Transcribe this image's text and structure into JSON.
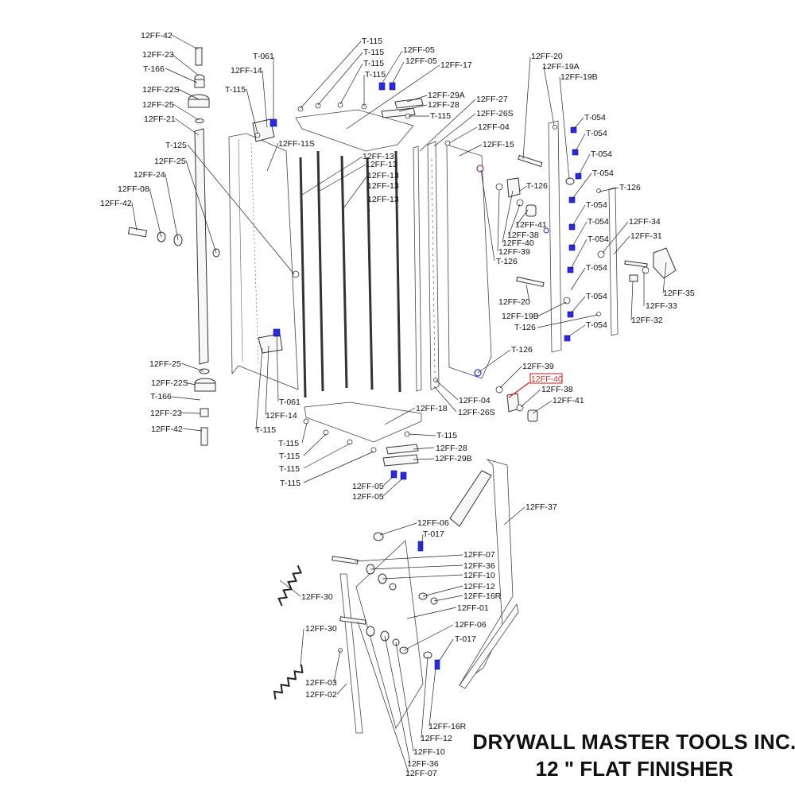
{
  "title": {
    "company": "DRYWALL MASTER TOOLS INC.",
    "product": "12 \" FLAT FINISHER"
  },
  "highlight_color": "#d11111",
  "accent_color": "#2a2ae6",
  "labels": [
    "12FF-42",
    "12FF-23",
    "T-166",
    "12FF-22S",
    "12FF-25",
    "12FF-21",
    "T-125",
    "12FF-25",
    "12FF-24",
    "12FF-08",
    "12FF-42",
    "T-061",
    "12FF-14",
    "T-115",
    "12FF-11S",
    "T-115",
    "T-115",
    "T-115",
    "T-115",
    "12FF-05",
    "12FF-05",
    "12FF-17",
    "12FF-29A",
    "12FF-28",
    "T-115",
    "12FF-13",
    "12FF-13",
    "12FF-13",
    "12FF-13",
    "12FF-13",
    "12FF-27",
    "12FF-26S",
    "12FF-04",
    "12FF-15",
    "12FF-20",
    "12FF-19A",
    "12FF-19B",
    "T-126",
    "12FF-41",
    "12FF-38",
    "12FF-40",
    "12FF-39",
    "T-126",
    "T-054",
    "T-054",
    "T-054",
    "T-054",
    "T-126",
    "T-054",
    "T-054",
    "T-054",
    "T-054",
    "T-054",
    "T-054",
    "12FF-34",
    "12FF-31",
    "12FF-35",
    "12FF-33",
    "12FF-32",
    "12FF-20",
    "12FF-19B",
    "T-126",
    "T-126",
    "12FF-39",
    "12FF-40",
    "12FF-38",
    "12FF-41",
    "12FF-04",
    "12FF-26S",
    "12FF-18",
    "12FF-25",
    "12FF-22S",
    "T-166",
    "12FF-23",
    "12FF-42",
    "T-061",
    "12FF-14",
    "T-115",
    "T-115",
    "T-115",
    "T-115",
    "T-115",
    "T-115",
    "12FF-28",
    "12FF-29B",
    "12FF-05",
    "12FF-05",
    "12FF-37",
    "12FF-06",
    "T-017",
    "12FF-07",
    "12FF-36",
    "12FF-10",
    "12FF-12",
    "12FF-16R",
    "12FF-01",
    "12FF-30",
    "12FF-30",
    "12FF-06",
    "T-017",
    "12FF-03",
    "12FF-02",
    "12FF-16R",
    "12FF-12",
    "12FF-10",
    "12FF-36",
    "12FF-07"
  ]
}
